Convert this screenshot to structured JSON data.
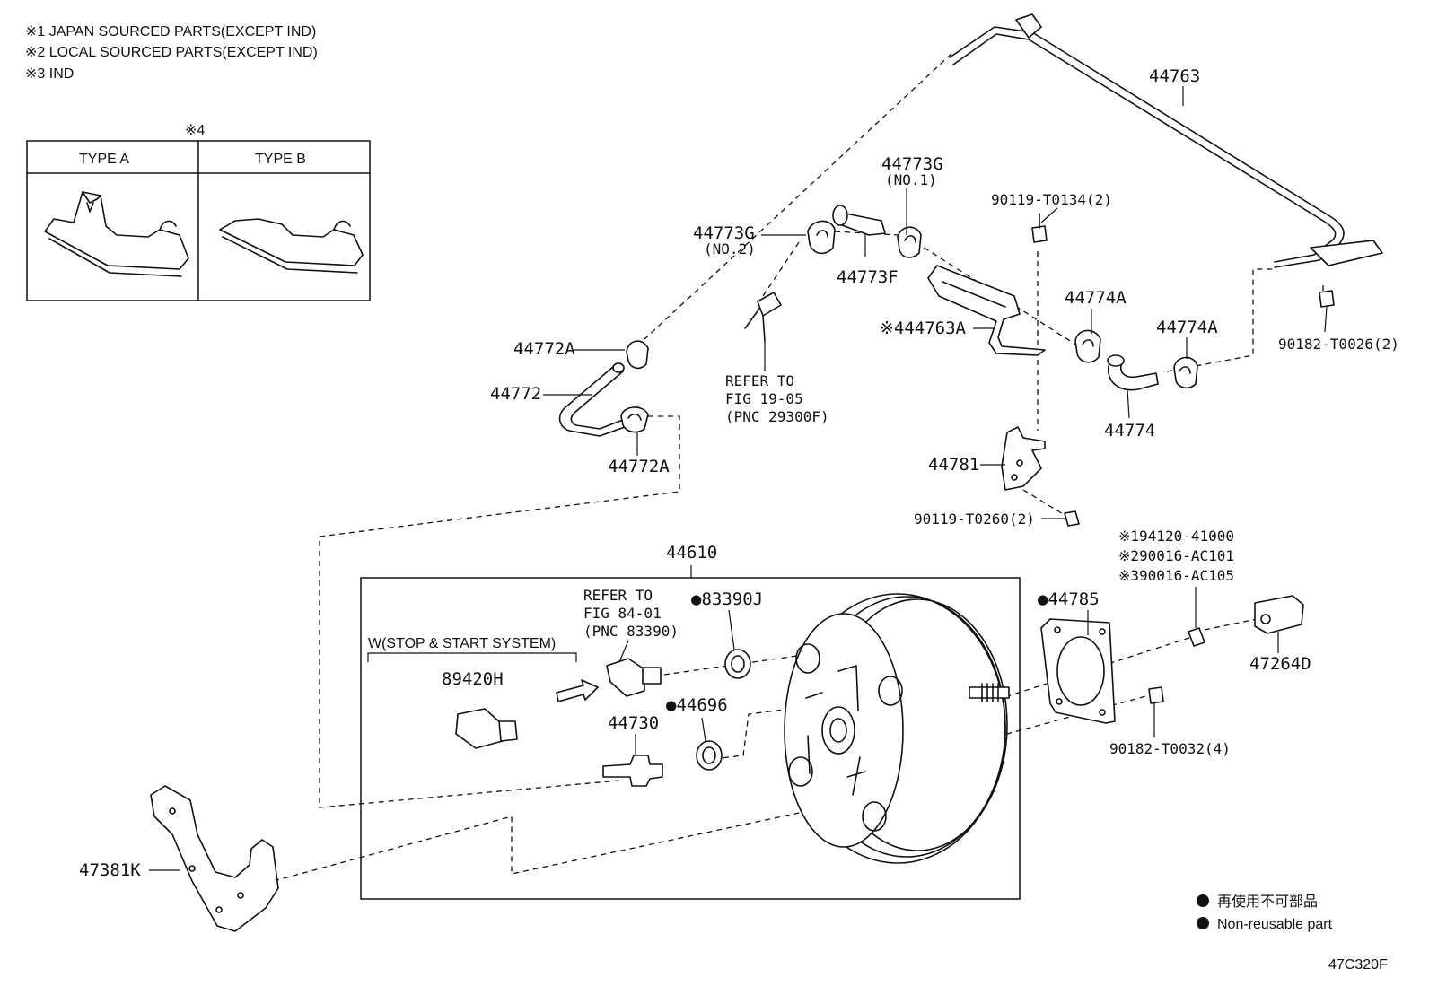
{
  "notes": [
    "※1 JAPAN SOURCED PARTS(EXCEPT IND)",
    "※2 LOCAL SOURCED PARTS(EXCEPT IND)",
    "※3 IND"
  ],
  "inset": {
    "marker": "※4",
    "type_a": "TYPE A",
    "type_b": "TYPE B"
  },
  "labels": {
    "p44763": "44763",
    "p44773g_1": "44773G",
    "p44773g_1_sub": "(NO.1)",
    "p44773g_2": "44773G",
    "p44773g_2_sub": "(NO.2)",
    "p44773f": "44773F",
    "p90119_t0134": "90119-T0134(2)",
    "p44763a": "※444763A",
    "p44774a_1": "44774A",
    "p44774a_2": "44774A",
    "p90182_t0026": "90182-T0026(2)",
    "p44774": "44774",
    "p44772a_1": "44772A",
    "p44772": "44772",
    "p44772a_2": "44772A",
    "refer_19_1": "REFER TO",
    "refer_19_2": "FIG 19-05",
    "refer_19_3": "(PNC 29300F)",
    "p44781": "44781",
    "p90119_t0260": "90119-T0260(2)",
    "alt_1": "※194120-41000",
    "alt_2": "※290016-AC101",
    "alt_3": "※390016-AC105",
    "p44610": "44610",
    "refer_84_1": "REFER TO",
    "refer_84_2": "FIG 84-01",
    "refer_84_3": "(PNC 83390)",
    "p83390j": "●83390J",
    "p44785": "●44785",
    "stop_start": "W(STOP & START SYSTEM)",
    "p89420h": "89420H",
    "p44730": "44730",
    "p44696": "●44696",
    "p47264d": "47264D",
    "p90182_t0032": "90182-T0032(4)",
    "p47381k": "47381K"
  },
  "legend": {
    "jp": "再使用不可部品",
    "en": "Non-reusable part"
  },
  "figure_code": "47C320F"
}
